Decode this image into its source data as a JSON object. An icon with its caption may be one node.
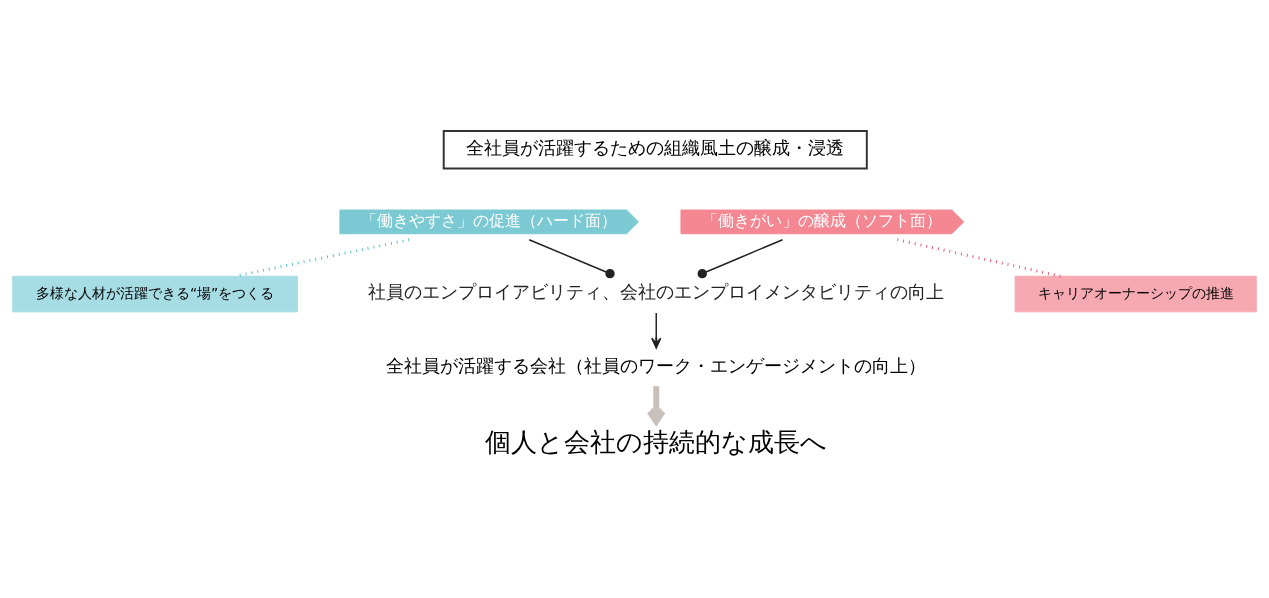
{
  "diagram": {
    "nodes": [
      {
        "text": [
          "全社員が活躍するための組織風土の醸成・浸透"
        ]
      },
      {
        "text": [
          "「働きやすさ」の促進（ハード面）"
        ]
      },
      {
        "text": [
          "「働きがい」の醸成（ソフト面）"
        ]
      },
      {
        "text": [
          "多様な人材が活躍できる“場”をつくる"
        ]
      },
      {
        "text": [
          "キャリアオーナーシップの推進"
        ]
      },
      {
        "text": [
          "社員のエンプロイアビリティ、会社のエンプロイメンタビリティの向上"
        ]
      },
      {
        "text": [
          "全社員が活躍する会社（社員のワーク・エンゲージメントの向上）"
        ]
      },
      {
        "text": [
          "個人と会社の持続的な成長へ"
        ]
      }
    ],
    "edges": [
      {
        "from": 1,
        "to": 3,
        "arrow": "none",
        "style": "dashed",
        "color": "#5bbfcb"
      },
      {
        "from": 2,
        "to": 4,
        "arrow": "none",
        "style": "dashed",
        "color": "#ea5b6e"
      },
      {
        "from": 1,
        "to": 5,
        "arrow": "other"
      },
      {
        "from": 2,
        "to": 5,
        "arrow": "other"
      },
      {
        "from": 5,
        "to": 6,
        "arrow": "to"
      },
      {
        "from": 6,
        "to": 7,
        "arrow": "to",
        "style": "thick",
        "color": "#c8c0bb"
      }
    ]
  }
}
